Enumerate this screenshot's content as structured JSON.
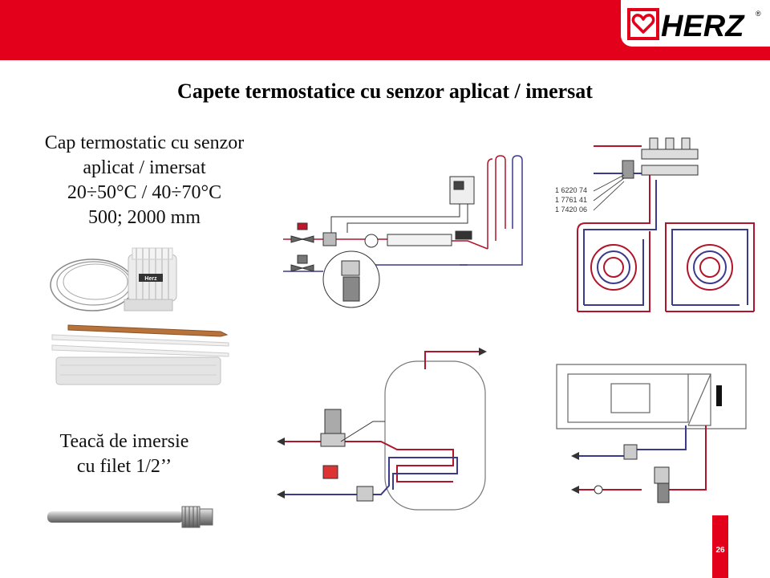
{
  "header": {
    "logo_text": "HERZ",
    "logo_mark": "®",
    "logo_icon": "heart-icon",
    "brand_color": "#e2001a"
  },
  "title": "Capete termostatice cu senzor aplicat / imersat",
  "description": {
    "lines": [
      "Cap termostatic cu senzor",
      "aplicat / imersat",
      "20÷50°C / 40÷70°C",
      "500; 2000 mm"
    ]
  },
  "sleeve": {
    "lines": [
      "Teacă de imersie",
      "cu filet 1/2’’"
    ]
  },
  "diagram_floor": {
    "part_numbers": [
      "1 6220 74",
      "1 7761 41",
      "1 7420 06"
    ]
  },
  "photo_head": {
    "label": "Herz"
  },
  "page_number": "26"
}
